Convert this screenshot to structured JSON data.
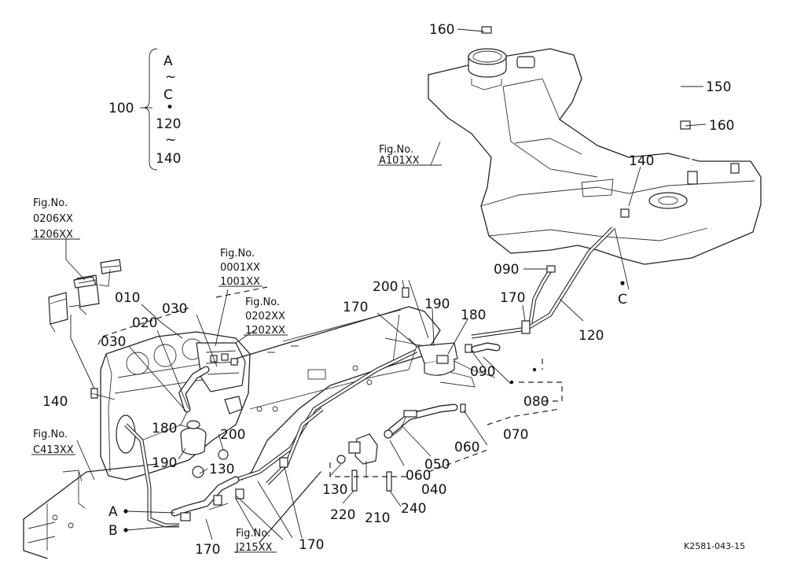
{
  "drawing_code": "K2581-043-15",
  "refs": {
    "tank": [
      "Fig.No.",
      "A101XX"
    ],
    "injectors": [
      "Fig.No.",
      "0206XX",
      "1206XX"
    ],
    "engine_top": [
      "Fig.No.",
      "0001XX",
      "1001XX"
    ],
    "engine_side": [
      "Fig.No.",
      "0202XX",
      "1202XX"
    ],
    "frame": [
      "Fig.No.",
      "C413XX"
    ],
    "bottom": [
      "Fig.No.",
      "J215XX"
    ]
  },
  "bracket_group": {
    "number": "100",
    "items": [
      "A",
      "~",
      "C",
      "•",
      "120",
      "~",
      "140"
    ]
  },
  "callouts": {
    "p160a": "160",
    "p150": "150",
    "p160b": "160",
    "p140a": "140",
    "p090a": "090",
    "pC": "C",
    "p170a": "170",
    "p120": "120",
    "p200a": "200",
    "p170b": "170",
    "p190a": "190",
    "p180a": "180",
    "p010": "010",
    "p020": "020",
    "p030a": "030",
    "p030b": "030",
    "p140b": "140",
    "p180b": "180",
    "p190b": "190",
    "p200b": "200",
    "p130a": "130",
    "p090b": "090",
    "p080": "080",
    "p070": "070",
    "p060a": "060",
    "p050": "050",
    "p060b": "060",
    "p040": "040",
    "p130b": "130",
    "p220": "220",
    "p210": "210",
    "p240": "240",
    "pA": "A",
    "pB": "B",
    "p170c": "170",
    "p170d": "170"
  }
}
